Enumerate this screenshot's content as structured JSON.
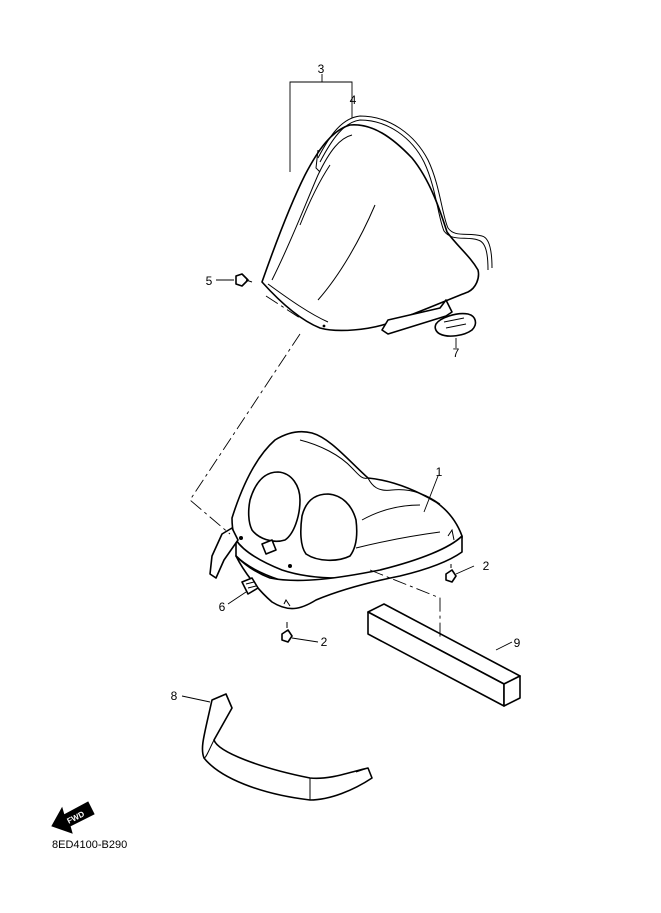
{
  "diagram": {
    "drawing_code": "8ED4100-B290",
    "direction_label": "FWD",
    "callouts": [
      {
        "id": "c1",
        "number": "1"
      },
      {
        "id": "c2a",
        "number": "2"
      },
      {
        "id": "c2b",
        "number": "2"
      },
      {
        "id": "c3",
        "number": "3"
      },
      {
        "id": "c4",
        "number": "4"
      },
      {
        "id": "c5",
        "number": "5"
      },
      {
        "id": "c6",
        "number": "6"
      },
      {
        "id": "c7",
        "number": "7"
      },
      {
        "id": "c8",
        "number": "8"
      },
      {
        "id": "c9",
        "number": "9"
      }
    ]
  }
}
